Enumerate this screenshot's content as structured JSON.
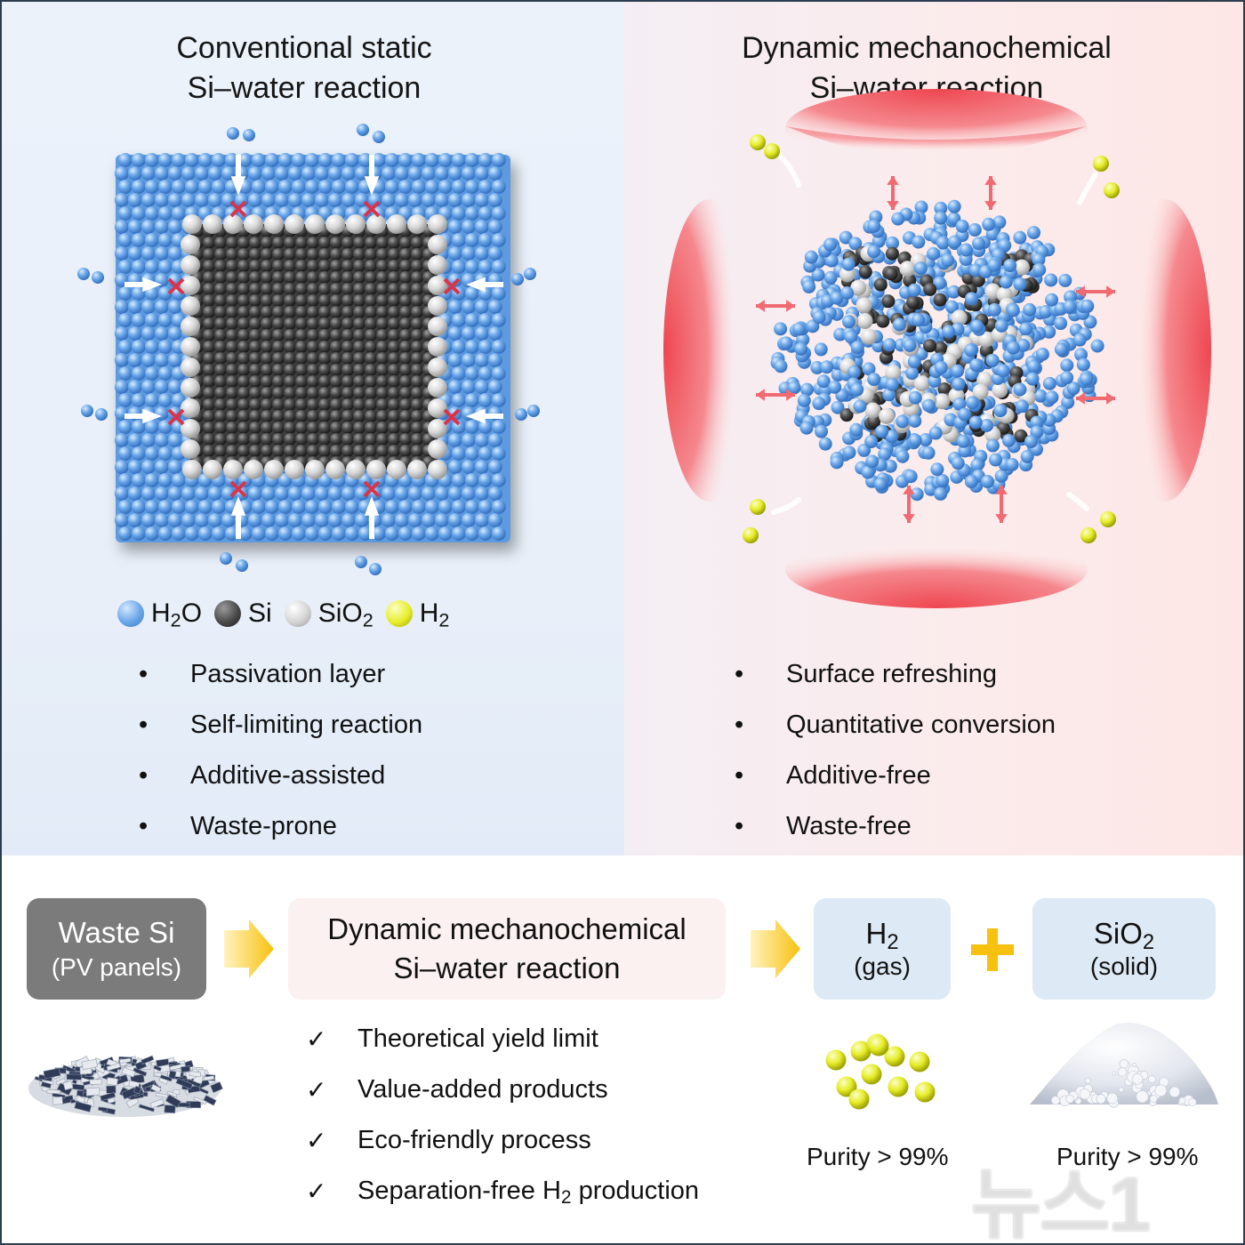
{
  "left_panel": {
    "title_line1": "Conventional static",
    "title_line2": "Si–water reaction",
    "bullets": [
      "Passivation layer",
      "Self-limiting reaction",
      "Additive-assisted",
      "Waste-prone"
    ],
    "bullet_mark": "•"
  },
  "right_panel": {
    "title_line1": "Dynamic mechanochemical",
    "title_line2": "Si–water reaction",
    "bullets": [
      "Surface refreshing",
      "Quantitative conversion",
      "Additive-free",
      "Waste-free"
    ],
    "bullet_mark": "•"
  },
  "legend": {
    "water": {
      "main": "H",
      "sub": "2",
      "tail": "O"
    },
    "si": {
      "main": "Si"
    },
    "sio2": {
      "main": "SiO",
      "sub": "2"
    },
    "h2": {
      "main": "H",
      "sub": "2"
    }
  },
  "flow": {
    "waste_line1": "Waste Si",
    "waste_line2": "(PV panels)",
    "process_line1": "Dynamic mechanochemical",
    "process_line2": "Si–water reaction",
    "h2_main": "H",
    "h2_sub": "2",
    "h2_state": "(gas)",
    "sio2_main": "SiO",
    "sio2_sub": "2",
    "sio2_state": "(solid)",
    "checks": [
      "Theoretical yield limit",
      "Value-added products",
      "Eco-friendly process"
    ],
    "check_last_pre": "Separation-free H",
    "check_last_sub": "2",
    "check_last_post": " production",
    "check_mark": "✓",
    "purity_h2": "Purity > 99%",
    "purity_sio2": "Purity > 99%"
  },
  "watermark": "뉴스1",
  "colors": {
    "water": "#5f9fe6",
    "si": "#4a4a4a",
    "sio2": "#d6d6d6",
    "h2": "#e3ea22",
    "blocked_mark": "#d9344a",
    "pressure": "#f06a72",
    "flow_arrow": "#f8c71a"
  },
  "icons": [
    "blocked-x-icon",
    "push-arrow-icon",
    "double-arrow-icon",
    "flow-arrow-icon",
    "plus-icon",
    "check-icon"
  ]
}
